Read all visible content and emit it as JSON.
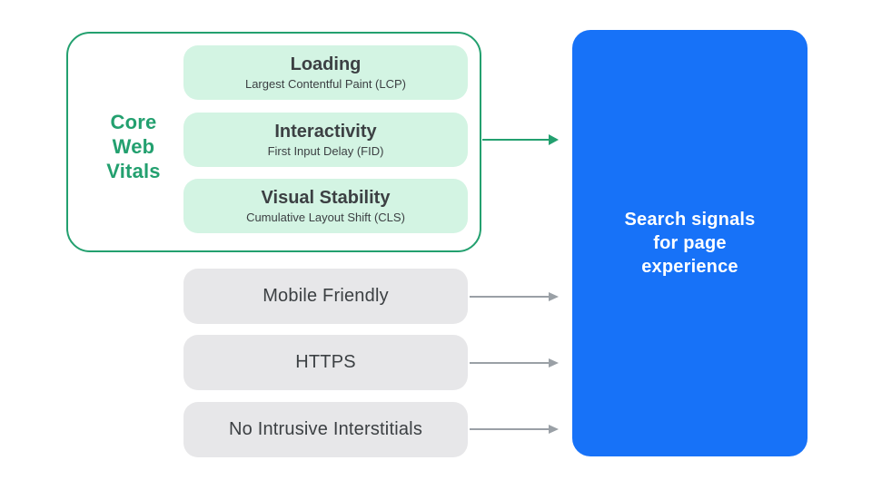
{
  "colors": {
    "green": "#23A06F",
    "green_light": "#D3F4E3",
    "blue": "#1772F8",
    "gray_box": "#E7E7E9",
    "arrow_gray": "#9AA0A6",
    "text_dark": "#3C4043",
    "text_white": "#FFFFFF",
    "background": "#FFFFFF"
  },
  "core_web_vitals": {
    "label": "Core\nWeb\nVitals",
    "items": [
      {
        "title": "Loading",
        "subtitle": "Largest Contentful Paint (LCP)"
      },
      {
        "title": "Interactivity",
        "subtitle": "First Input Delay (FID)"
      },
      {
        "title": "Visual Stability",
        "subtitle": "Cumulative Layout Shift (CLS)"
      }
    ]
  },
  "other_signals": [
    {
      "label": "Mobile Friendly"
    },
    {
      "label": "HTTPS"
    },
    {
      "label": "No Intrusive Interstitials"
    }
  ],
  "result": {
    "label": "Search signals\nfor page\nexperience"
  }
}
